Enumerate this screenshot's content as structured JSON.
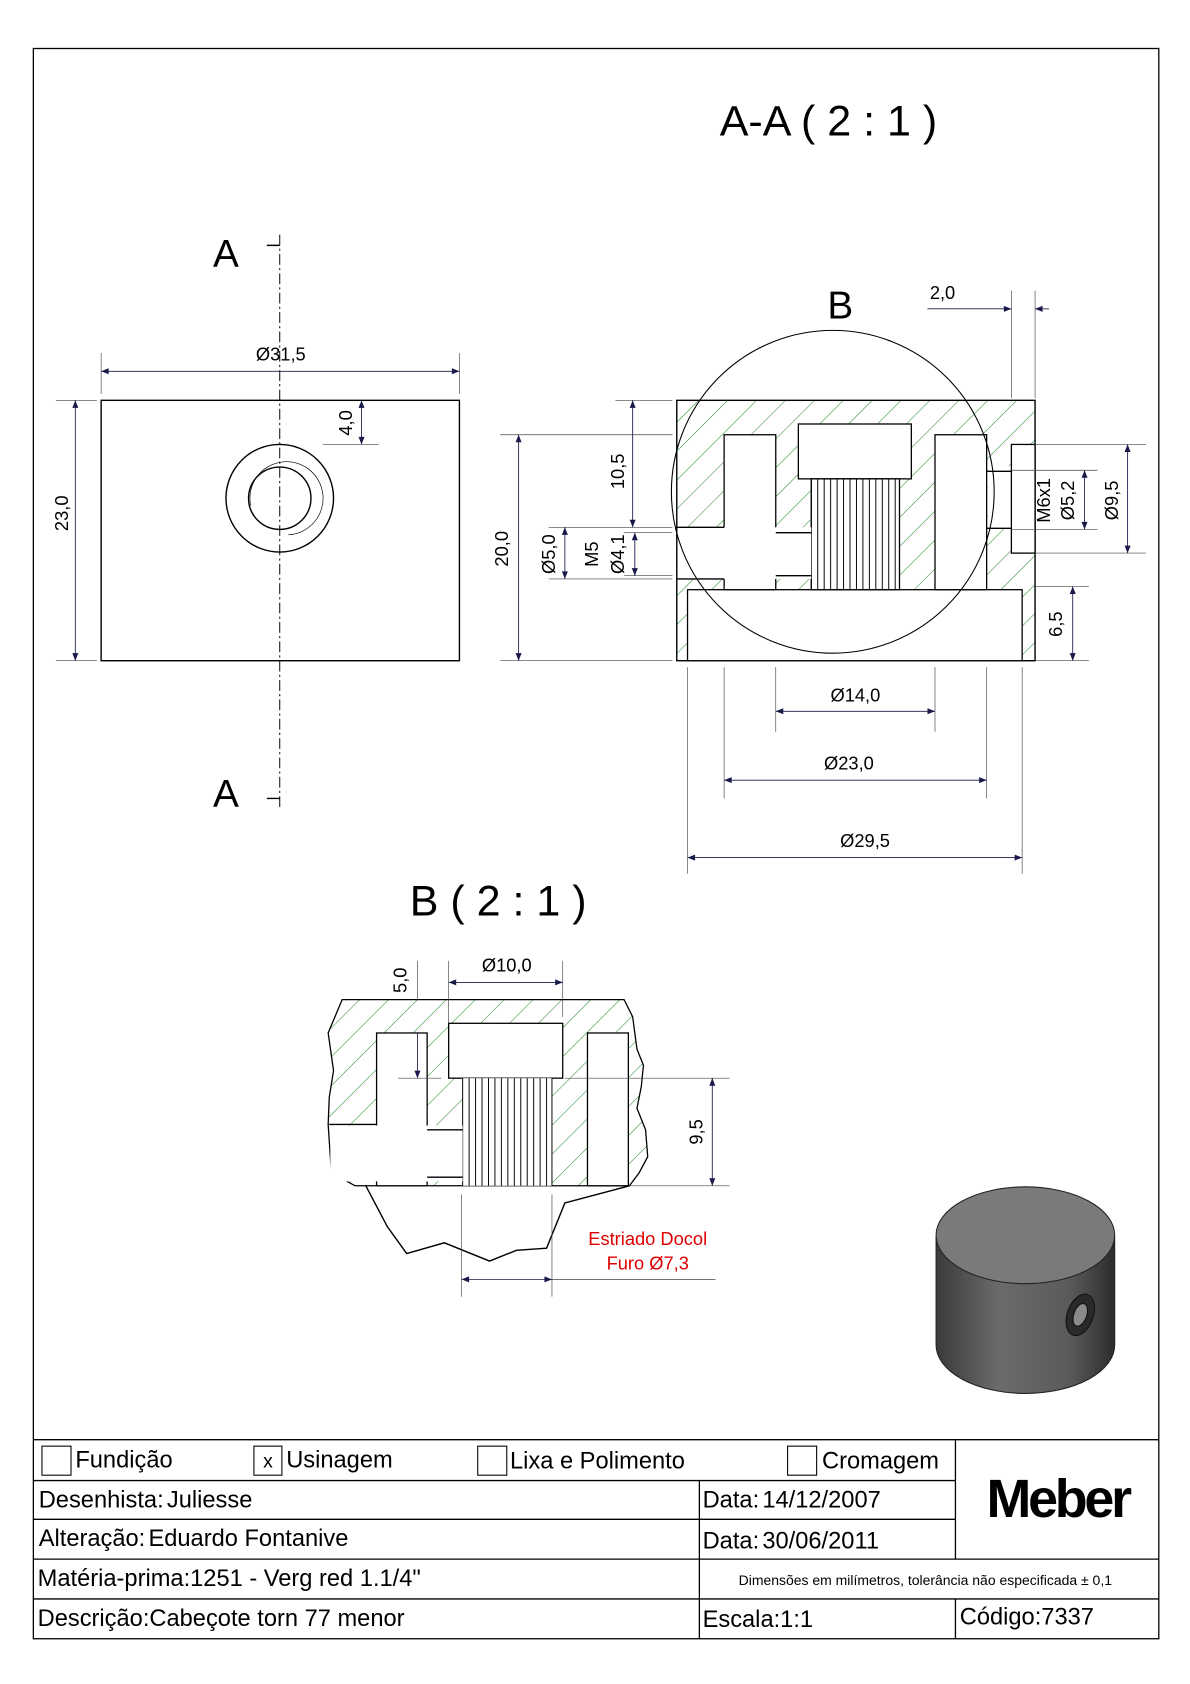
{
  "section_view": {
    "title": "A-A  ( 2 : 1 )",
    "cut_label_top": "A",
    "cut_label_bottom": "A",
    "detail_marker": "B",
    "dims": {
      "d_2_0": "2,0",
      "d_10_5": "10,5",
      "d_20_0": "20,0",
      "d_dia5_0": "Ø5,0",
      "d_m5": "M5",
      "d_dia4_1": "Ø4,1",
      "d_m6x1": "M6x1",
      "d_dia5_2": "Ø5,2",
      "d_dia9_5": "Ø9,5",
      "d_6_5": "6,5",
      "d_dia14_0": "Ø14,0",
      "d_dia23_0": "Ø23,0",
      "d_dia29_5": "Ø29,5"
    }
  },
  "side_view": {
    "dims": {
      "d_dia31_5": "Ø31,5",
      "d_23_0": "23,0",
      "d_4_0": "4,0"
    }
  },
  "detail_view": {
    "title": "B  ( 2 : 1 )",
    "dims": {
      "d_dia10_0": "Ø10,0",
      "d_5_0": "5,0",
      "d_9_5": "9,5"
    },
    "note_line1": "Estriado Docol",
    "note_line2": "Furo Ø7,3",
    "note_color": "#e00000"
  },
  "hatch_color": "#2e8b2e",
  "title_block": {
    "processes": [
      {
        "label": "Fundição",
        "checked": false,
        "mark": ""
      },
      {
        "label": "Usinagem",
        "checked": true,
        "mark": "x"
      },
      {
        "label": "Lixa e Polimento",
        "checked": false,
        "mark": ""
      },
      {
        "label": "Cromagem",
        "checked": false,
        "mark": ""
      }
    ],
    "logo": "Meber",
    "desenhista_label": "Desenhista:",
    "desenhista": "Juliesse",
    "data1_label": "Data:",
    "data1": "14/12/2007",
    "alteracao_label": "Alteração:",
    "alteracao": "Eduardo Fontanive",
    "data2_label": "Data:",
    "data2": "30/06/2011",
    "materia_label": "Matéria-prima:",
    "materia": "1251 - Verg red 1.1/4\"",
    "note": "Dimensões em milímetros, tolerância não especificada ± 0,1",
    "descricao_label": "Descrição:",
    "descricao": "Cabeçote torn 77 menor",
    "escala_label": "Escala:",
    "escala": "1:1",
    "codigo_label": "Código:",
    "codigo": "7337"
  }
}
